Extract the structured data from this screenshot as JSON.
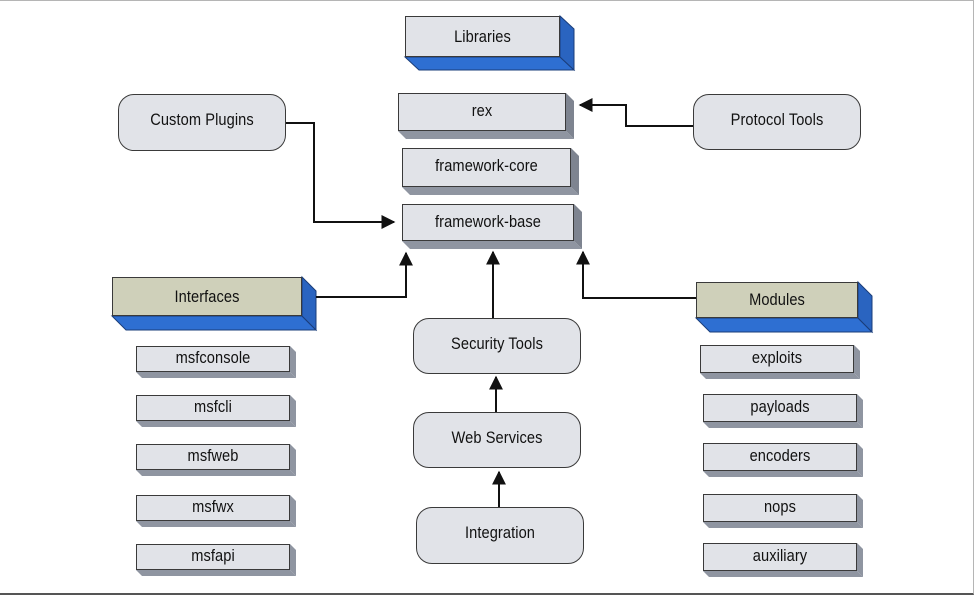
{
  "colors": {
    "header_fill": "#cfd0ba",
    "box_fill": "#e1e3e8",
    "header_3d_blue": "#2e6fd2",
    "box_3d_grey": "#8a8f9a",
    "line": "#111111"
  },
  "nodes": {
    "libraries": "Libraries",
    "rex": "rex",
    "framework_core": "framework-core",
    "framework_base": "framework-base",
    "custom_plugins": "Custom Plugins",
    "protocol_tools": "Protocol Tools",
    "interfaces": "Interfaces",
    "modules": "Modules",
    "security_tools": "Security Tools",
    "web_services": "Web Services",
    "integration": "Integration"
  },
  "interfaces_list": [
    "msfconsole",
    "msfcli",
    "msfweb",
    "msfwx",
    "msfapi"
  ],
  "modules_list": [
    "exploits",
    "payloads",
    "encoders",
    "nops",
    "auxiliary"
  ]
}
